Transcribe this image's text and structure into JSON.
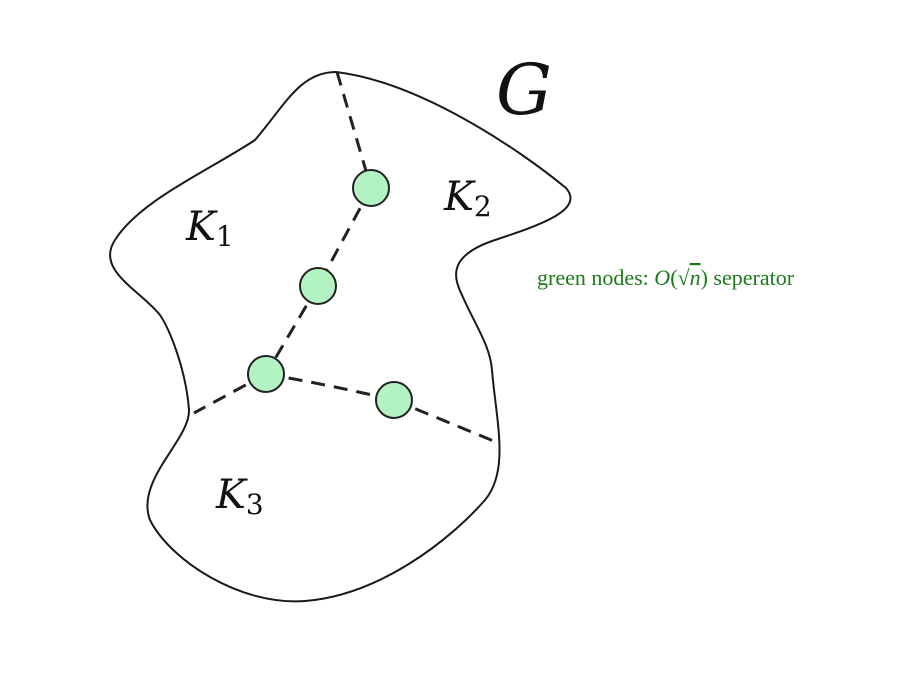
{
  "graph_label": "G",
  "regions": [
    {
      "id": "k1",
      "letter": "K",
      "subscript": "1"
    },
    {
      "id": "k2",
      "letter": "K",
      "subscript": "2"
    },
    {
      "id": "k3",
      "letter": "K",
      "subscript": "3"
    }
  ],
  "annotation": {
    "prefix": "green nodes: ",
    "func": "O",
    "open": "(",
    "sqrt": "√",
    "var": "n",
    "close": ")",
    "suffix": " seperator"
  },
  "separator_node_count": 4,
  "colors": {
    "node_fill": "#b3f2c2",
    "outline": "#1a1a1a",
    "annotation": "#1a7a1a"
  }
}
